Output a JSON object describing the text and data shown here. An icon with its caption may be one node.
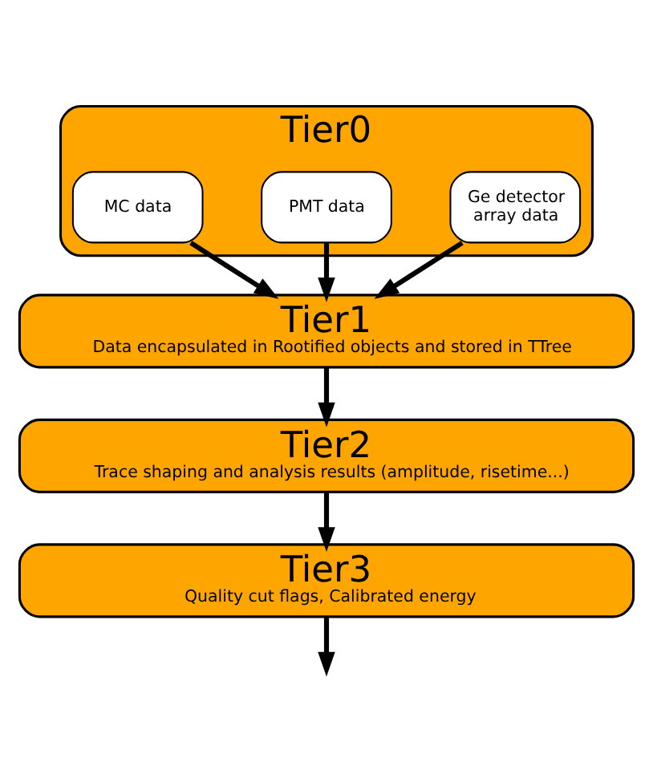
{
  "diagram": {
    "nodes": [
      {
        "text": [
          "Tier0"
        ]
      },
      {
        "text": [
          "Ge detector array data"
        ],
        "in": 0
      },
      {
        "text": [
          "PMT data"
        ],
        "in": 0
      },
      {
        "text": [
          "MC data"
        ],
        "in": 0
      },
      {
        "text": [
          "Tier1",
          "Data encapsulated in Rootified objects and stored in TTree"
        ]
      },
      {
        "text": [
          "Tier2",
          "Trace shaping and analysis results (amplitude, risetime...)"
        ]
      },
      {
        "text": [
          "Tier3",
          "Quality cut flags, Calibrated energy"
        ]
      }
    ],
    "edges": [
      {
        "from": 1,
        "to": 4,
        "arrow": "to"
      },
      {
        "from": 2,
        "to": 4,
        "arrow": "to"
      },
      {
        "from": 3,
        "to": 4,
        "arrow": "to"
      },
      {
        "from": 4,
        "to": 5,
        "arrow": "to"
      },
      {
        "from": 5,
        "to": 6,
        "arrow": "to"
      },
      {
        "from": 6,
        "to": null,
        "arrow": "to"
      }
    ]
  }
}
